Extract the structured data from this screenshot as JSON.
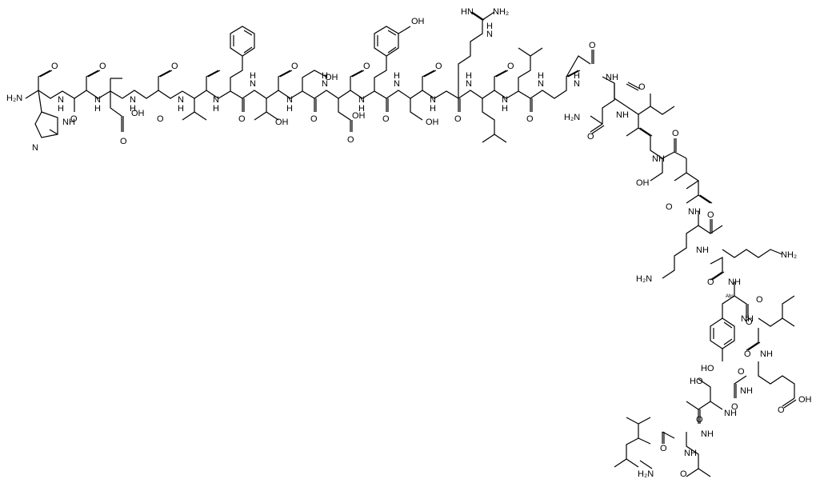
{
  "structure": {
    "kind": "peptide skeletal formula",
    "residues": [
      "H",
      "A",
      "D",
      "G",
      "V",
      "F",
      "T",
      "S",
      "D",
      "Y",
      "S",
      "R",
      "L",
      "L",
      "G",
      "Q",
      "I",
      "S",
      "A",
      "K",
      "K",
      "Y",
      "L",
      "E",
      "S",
      "L",
      "I"
    ],
    "c_terminus": "amide"
  },
  "labels": [
    {
      "id": "h2n",
      "text": "H₂N"
    },
    {
      "id": "nh-his",
      "text": "NH"
    },
    {
      "id": "n-his",
      "text": "N"
    },
    {
      "id": "n1",
      "text": "N"
    },
    {
      "id": "h1",
      "text": "H"
    },
    {
      "id": "n2",
      "text": "N"
    },
    {
      "id": "h2",
      "text": "H"
    },
    {
      "id": "n3",
      "text": "N"
    },
    {
      "id": "h3",
      "text": "H"
    },
    {
      "id": "n4",
      "text": "N"
    },
    {
      "id": "h4",
      "text": "H"
    },
    {
      "id": "n5",
      "text": "N"
    },
    {
      "id": "h5",
      "text": "H"
    },
    {
      "id": "n6",
      "text": "N"
    },
    {
      "id": "h6",
      "text": "H"
    },
    {
      "id": "n7",
      "text": "N"
    },
    {
      "id": "h7",
      "text": "H"
    },
    {
      "id": "n8",
      "text": "N"
    },
    {
      "id": "h8",
      "text": "H"
    },
    {
      "id": "n9",
      "text": "N"
    },
    {
      "id": "h9",
      "text": "H"
    },
    {
      "id": "n10",
      "text": "N"
    },
    {
      "id": "h10",
      "text": "H"
    },
    {
      "id": "n11",
      "text": "N"
    },
    {
      "id": "h11",
      "text": "H"
    },
    {
      "id": "n12",
      "text": "N"
    },
    {
      "id": "h12",
      "text": "H"
    },
    {
      "id": "n13",
      "text": "N"
    },
    {
      "id": "h13",
      "text": "H"
    },
    {
      "id": "n14",
      "text": "N"
    },
    {
      "id": "h14",
      "text": "H"
    },
    {
      "id": "n15",
      "text": "N"
    },
    {
      "id": "h15",
      "text": "H"
    },
    {
      "id": "nh16",
      "text": "NH"
    },
    {
      "id": "nh17",
      "text": "NH"
    },
    {
      "id": "nh18",
      "text": "NH"
    },
    {
      "id": "nh19",
      "text": "NH"
    },
    {
      "id": "nh20",
      "text": "NH"
    },
    {
      "id": "nh21",
      "text": "NH"
    },
    {
      "id": "nh22",
      "text": "NH"
    },
    {
      "id": "nh23",
      "text": "NH"
    },
    {
      "id": "nh24",
      "text": "NH"
    },
    {
      "id": "nh25",
      "text": "NH"
    },
    {
      "id": "nh26",
      "text": "NH"
    },
    {
      "id": "nh27",
      "text": "NH"
    },
    {
      "id": "o1",
      "text": "O"
    },
    {
      "id": "o2",
      "text": "O"
    },
    {
      "id": "o3",
      "text": "O"
    },
    {
      "id": "o4",
      "text": "O"
    },
    {
      "id": "o5",
      "text": "O"
    },
    {
      "id": "o6",
      "text": "O"
    },
    {
      "id": "o7",
      "text": "O"
    },
    {
      "id": "o8",
      "text": "O"
    },
    {
      "id": "o9",
      "text": "O"
    },
    {
      "id": "o10",
      "text": "O"
    },
    {
      "id": "o11",
      "text": "O"
    },
    {
      "id": "o12",
      "text": "O"
    },
    {
      "id": "o13",
      "text": "O"
    },
    {
      "id": "o14",
      "text": "O"
    },
    {
      "id": "o15",
      "text": "O"
    },
    {
      "id": "o16",
      "text": "O"
    },
    {
      "id": "o17",
      "text": "O"
    },
    {
      "id": "o18",
      "text": "O"
    },
    {
      "id": "o19",
      "text": "O"
    },
    {
      "id": "o20",
      "text": "O"
    },
    {
      "id": "o21",
      "text": "O"
    },
    {
      "id": "o22",
      "text": "O"
    },
    {
      "id": "o23",
      "text": "O"
    },
    {
      "id": "o24",
      "text": "O"
    },
    {
      "id": "o25",
      "text": "O"
    },
    {
      "id": "o26",
      "text": "O"
    },
    {
      "id": "o27",
      "text": "O"
    },
    {
      "id": "o28",
      "text": "O"
    },
    {
      "id": "o29",
      "text": "O"
    },
    {
      "id": "o30",
      "text": "O"
    },
    {
      "id": "o31",
      "text": "O"
    },
    {
      "id": "o32",
      "text": "O"
    },
    {
      "id": "oh-asp1",
      "text": "OH"
    },
    {
      "id": "oh-thr",
      "text": "OH"
    },
    {
      "id": "oh-ser1",
      "text": "OH"
    },
    {
      "id": "oh-asp2",
      "text": "OH"
    },
    {
      "id": "oh-tyr1",
      "text": "OH"
    },
    {
      "id": "oh-ser2",
      "text": "OH"
    },
    {
      "id": "oh-ser3",
      "text": "OH"
    },
    {
      "id": "oh-tyr2",
      "text": "HO"
    },
    {
      "id": "oh-ser4",
      "text": "HO"
    },
    {
      "id": "oh-glu",
      "text": "OH"
    },
    {
      "id": "nh-arg",
      "text": "HN"
    },
    {
      "id": "nh2-arg",
      "text": "NH₂"
    },
    {
      "id": "n-arg",
      "text": "N"
    },
    {
      "id": "h-arg",
      "text": "H"
    },
    {
      "id": "h2n-gln",
      "text": "H₂N"
    },
    {
      "id": "nh2-lys1",
      "text": "NH₂"
    },
    {
      "id": "h2n-lys2",
      "text": "H₂N"
    },
    {
      "id": "abs",
      "text": "Abs"
    },
    {
      "id": "h2n-cterm",
      "text": "H₂N"
    }
  ]
}
